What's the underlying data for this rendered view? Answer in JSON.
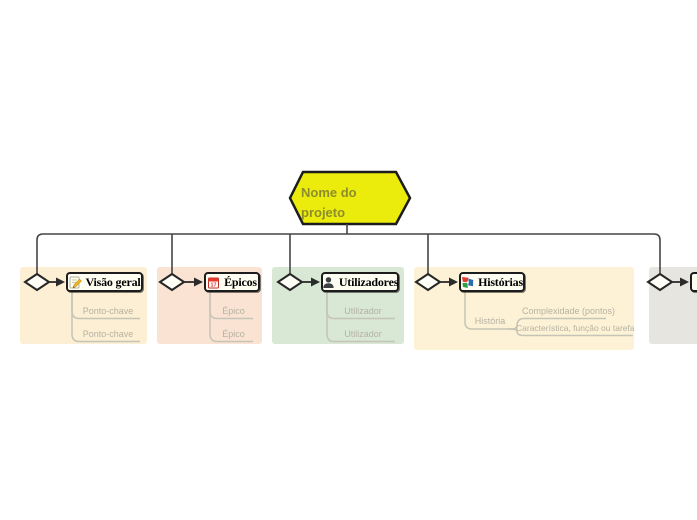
{
  "root": {
    "label": "Nome do projeto",
    "fill": "#ecec0c",
    "text_color": "#8d8d2e"
  },
  "branches": [
    {
      "label": "Visão geral",
      "icon": "memo-pencil-icon",
      "section_color": "#fcefd3",
      "children": [
        {
          "label": "Ponto-chave"
        },
        {
          "label": "Ponto-chave"
        }
      ]
    },
    {
      "label": "Épicos",
      "icon": "calendar-icon",
      "icon_text": "17",
      "section_color": "#fae3d2",
      "children": [
        {
          "label": "Épico"
        },
        {
          "label": "Épico"
        }
      ]
    },
    {
      "label": "Utilizadores",
      "icon": "person-icon",
      "section_color": "#d9e7d5",
      "children": [
        {
          "label": "Utilizador"
        },
        {
          "label": "Utilizador"
        }
      ]
    },
    {
      "label": "Histórias",
      "icon": "pinwheel-icon",
      "section_color": "#fdf2d6",
      "children": [
        {
          "label": "História",
          "children": [
            {
              "label": "Complexidade (pontos)"
            },
            {
              "label": "Característica, função ou tarefa"
            }
          ]
        }
      ]
    },
    {
      "label": "",
      "section_color": "#e7e5df"
    }
  ],
  "colors": {
    "connector": "#454545",
    "sub_connector": "#c6c4b6",
    "diamond_fill": "#fffef7",
    "diamond_stroke": "#262626",
    "node_fill": "#fffef2",
    "node_border": "#1c1c1c"
  }
}
